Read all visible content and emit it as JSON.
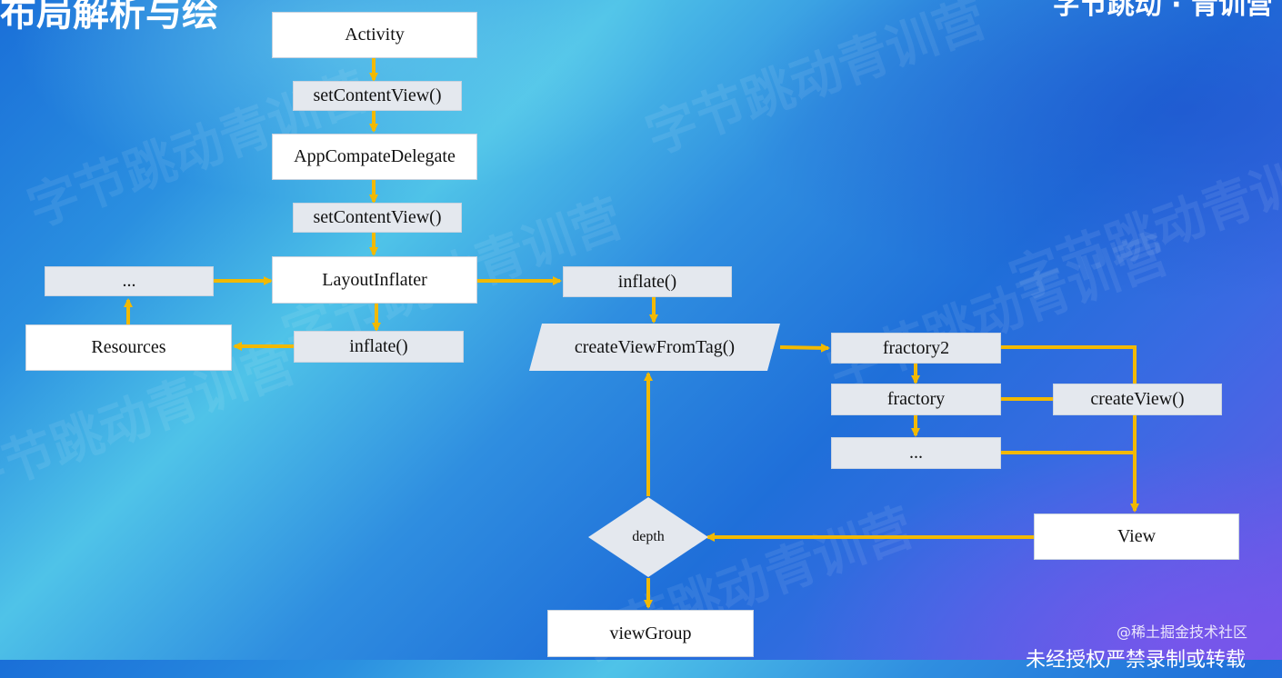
{
  "header": {
    "title_partial": "布局解析与绘",
    "brand_partial": "字节跳动 · 青训营"
  },
  "watermark_text": "字节跳动青训营",
  "footer": {
    "credit": "@稀土掘金技术社区",
    "notice": "未经授权严禁录制或转载"
  },
  "colors": {
    "arrow": "#f2b900",
    "node_white": "#ffffff",
    "node_gray": "#e4e8ee"
  },
  "nodes": {
    "activity": "Activity",
    "set_content_view_1": "setContentView()",
    "app_compat_delegate": "AppCompateDelegate",
    "set_content_view_2": "setContentView()",
    "ellipsis_top": "...",
    "layout_inflater": "LayoutInflater",
    "inflate_right": "inflate()",
    "resources": "Resources",
    "inflate_below": "inflate()",
    "create_view_from_tag": "createViewFromTag()",
    "fractory2": "fractory2",
    "fractory": "fractory",
    "ellipsis_factory": "...",
    "create_view": "createView()",
    "view": "View",
    "depth": "depth",
    "view_group": "viewGroup"
  }
}
